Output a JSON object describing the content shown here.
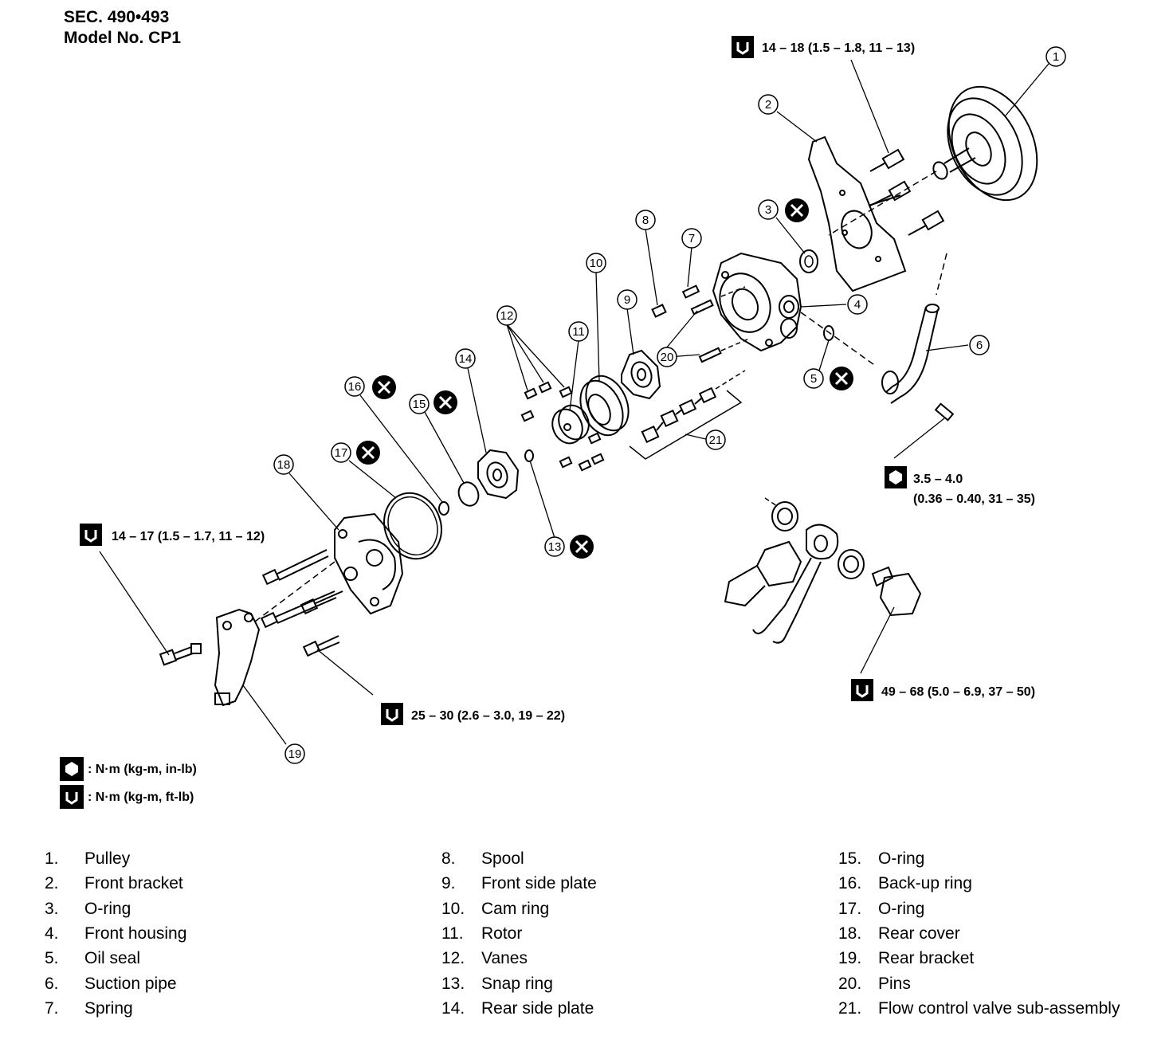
{
  "header": {
    "section": "SEC. 490•493",
    "model": "Model No. CP1"
  },
  "torque_specs": {
    "front_bracket_bolt": "14 – 18 (1.5 – 1.8, 11 – 13)",
    "suction_pipe_bolt_line1": "3.5 – 4.0",
    "suction_pipe_bolt_line2": "(0.36 – 0.40, 31 – 35)",
    "rear_bracket_bolt": "14 – 17 (1.5 – 1.7, 11 – 12)",
    "rear_cover_bolt": "25 – 30 (2.6 – 3.0, 19 – 22)",
    "outlet_fitting": "49 – 68 (5.0 – 6.9, 37 – 50)"
  },
  "units_key": {
    "in_lb": ": N·m (kg-m, in-lb)",
    "ft_lb": ": N·m (kg-m, ft-lb)"
  },
  "callouts": [
    "1",
    "2",
    "3",
    "4",
    "5",
    "6",
    "7",
    "8",
    "9",
    "10",
    "11",
    "12",
    "13",
    "14",
    "15",
    "16",
    "17",
    "18",
    "19",
    "20",
    "21"
  ],
  "legend": {
    "col1": [
      {
        "num": "1.",
        "label": "Pulley"
      },
      {
        "num": "2.",
        "label": "Front bracket"
      },
      {
        "num": "3.",
        "label": "O-ring"
      },
      {
        "num": "4.",
        "label": "Front housing"
      },
      {
        "num": "5.",
        "label": "Oil seal"
      },
      {
        "num": "6.",
        "label": "Suction pipe"
      },
      {
        "num": "7.",
        "label": "Spring"
      }
    ],
    "col2": [
      {
        "num": "8.",
        "label": "Spool"
      },
      {
        "num": "9.",
        "label": "Front side plate"
      },
      {
        "num": "10.",
        "label": "Cam ring"
      },
      {
        "num": "11.",
        "label": "Rotor"
      },
      {
        "num": "12.",
        "label": "Vanes"
      },
      {
        "num": "13.",
        "label": "Snap ring"
      },
      {
        "num": "14.",
        "label": "Rear side plate"
      }
    ],
    "col3": [
      {
        "num": "15.",
        "label": "O-ring"
      },
      {
        "num": "16.",
        "label": "Back-up ring"
      },
      {
        "num": "17.",
        "label": "O-ring"
      },
      {
        "num": "18.",
        "label": "Rear cover"
      },
      {
        "num": "19.",
        "label": "Rear bracket"
      },
      {
        "num": "20.",
        "label": "Pins"
      },
      {
        "num": "21.",
        "label": "Flow control valve sub-assembly"
      }
    ]
  }
}
